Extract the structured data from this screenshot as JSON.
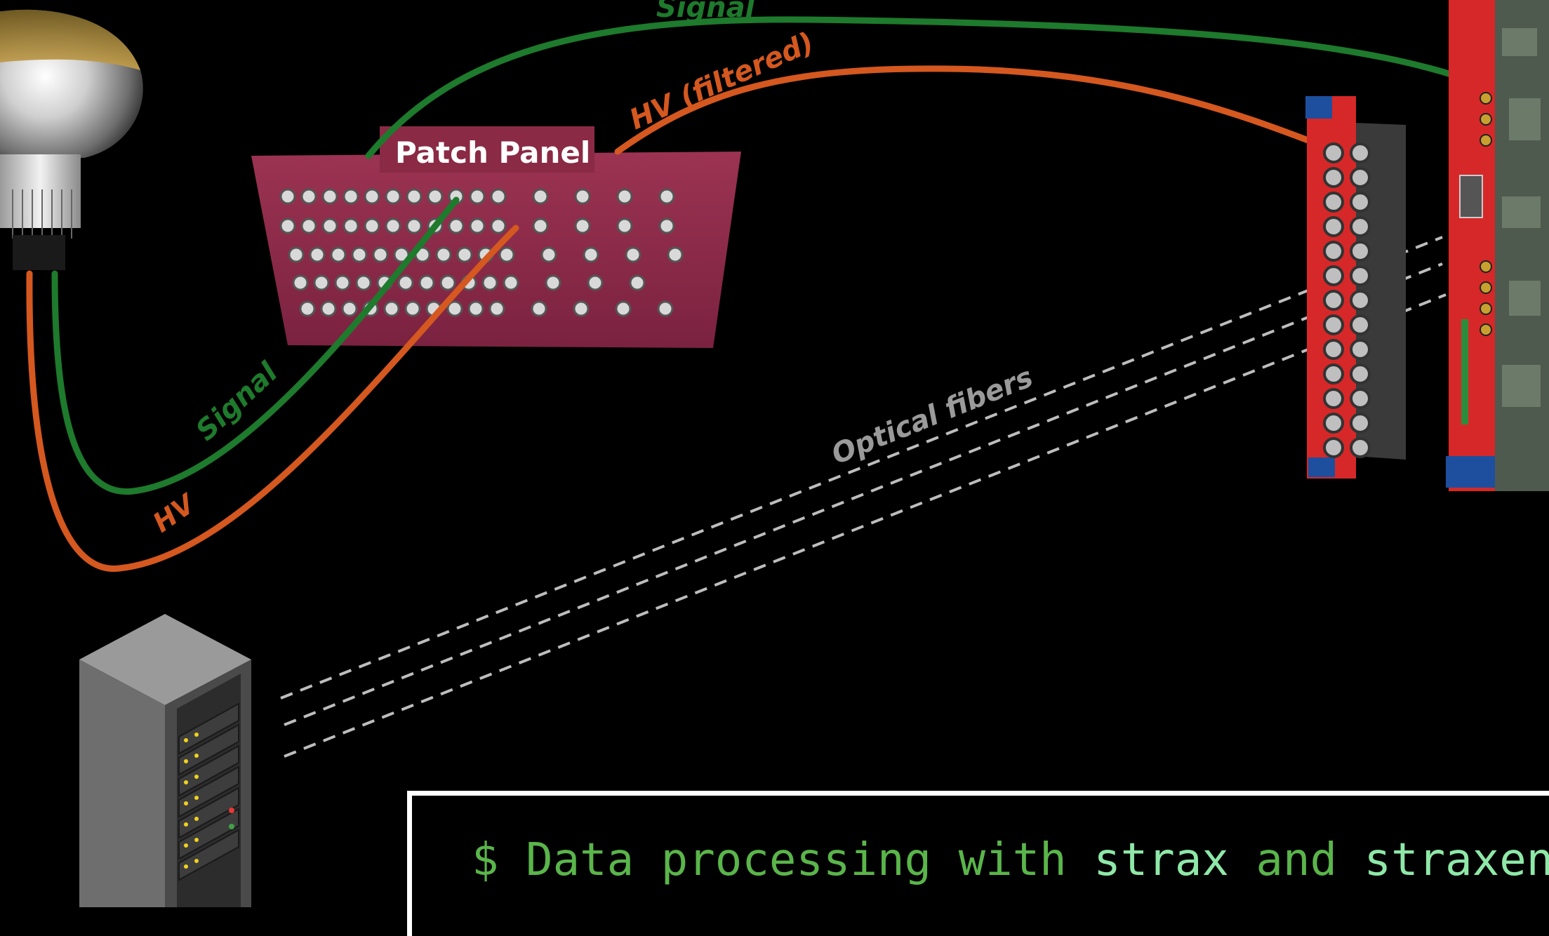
{
  "labels": {
    "signal_top": "Signal",
    "hv_filtered": "HV (filtered)",
    "patch_panel": "Patch Panel",
    "signal_lower": "Signal",
    "hv_lower": "HV",
    "optical_fibers": "Optical fibers"
  },
  "terminal": {
    "prompt": "$",
    "text_before": "Data processing with",
    "tool_1": "strax",
    "conjunction": "and",
    "tool_2": "straxen"
  },
  "colors": {
    "signal_cable": "#1e7a2c",
    "hv_cable": "#d4581f",
    "patch_panel": "#8a2a45",
    "module_red": "#d62828",
    "fiber": "#bdbdbd",
    "terminal_text": "#5ab54a",
    "terminal_highlight": "#8ee8a8"
  },
  "icons": {
    "pmt": "photomultiplier-tube-icon",
    "rack": "server-rack-icon"
  }
}
